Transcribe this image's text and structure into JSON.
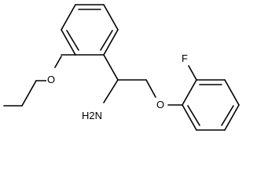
{
  "molecule": {
    "atom_labels": {
      "amine": "H2N",
      "ether_oxygen_left": "O",
      "ether_oxygen_right": "O",
      "fluorine": "F"
    }
  }
}
